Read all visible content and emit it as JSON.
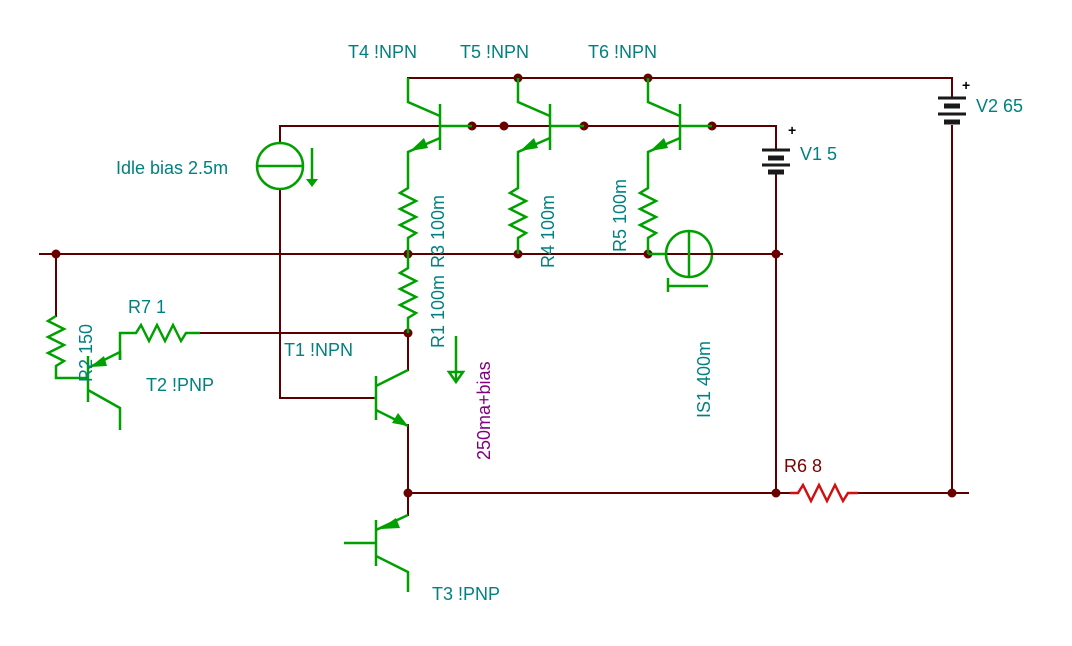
{
  "labels": {
    "t4": "T4 !NPN",
    "t5": "T5 !NPN",
    "t6": "T6 !NPN",
    "v2": "V2 65",
    "v1": "V1 5",
    "idle_bias": "Idle bias 2.5m",
    "r3": "R3 100m",
    "r4": "R4 100m",
    "r5": "R5 100m",
    "r1": "R1 100m",
    "r2": "R2 150",
    "r7": "R7 1",
    "t1": "T1 !NPN",
    "t2": "T2 !PNP",
    "t3": "T3 !PNP",
    "probe": "250ma+bias",
    "is1": "IS1 400m",
    "r6": "R6 8",
    "plus": "+"
  },
  "colors": {
    "wire": "#5b0000",
    "component": "#00a000",
    "label": "#008080",
    "load_label": "#7a0000",
    "probe_label": "#800080",
    "load_resistor": "#d01010"
  }
}
